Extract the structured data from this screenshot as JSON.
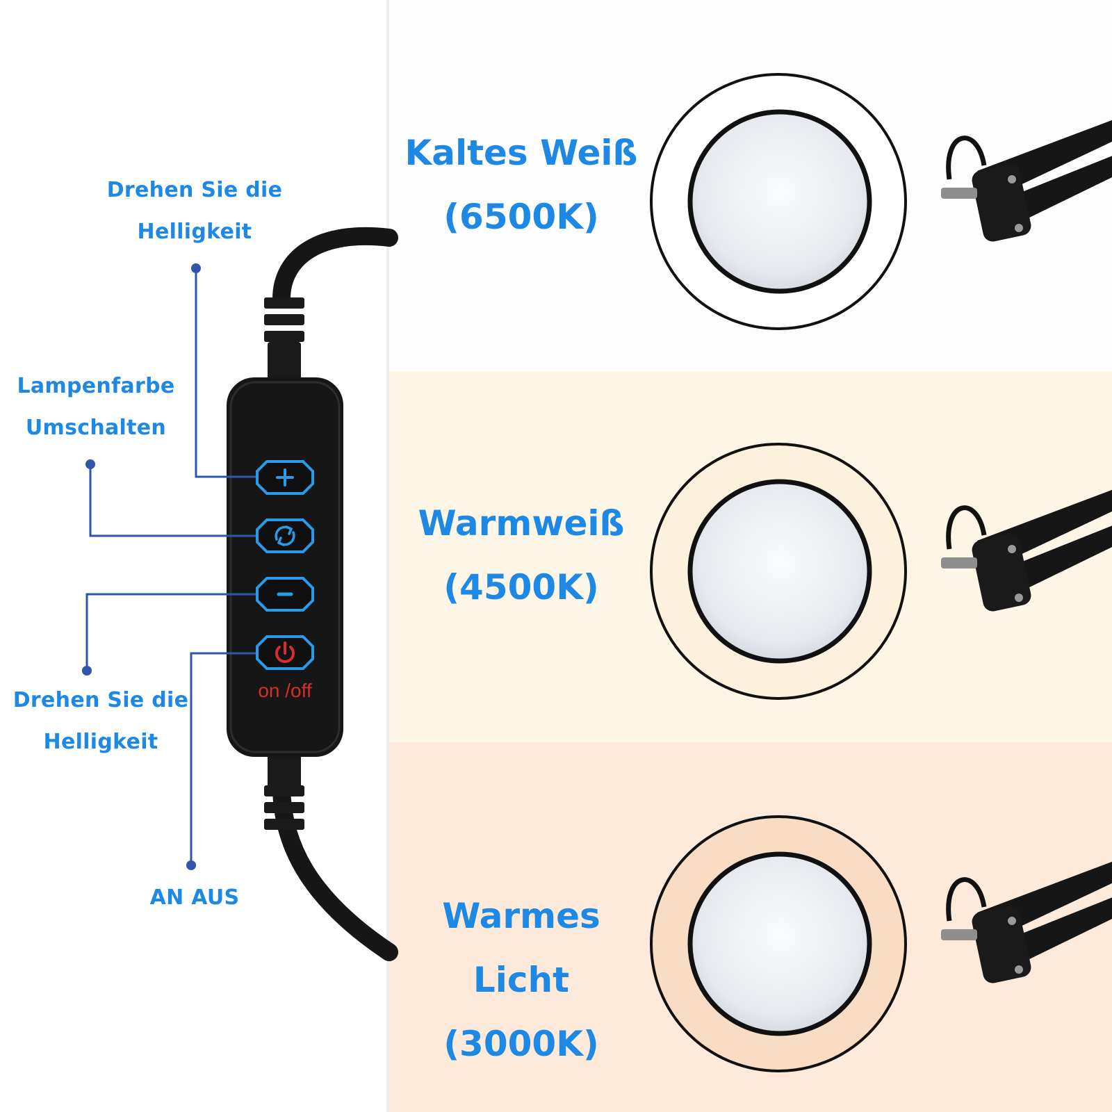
{
  "colors": {
    "label": "#1e88e5",
    "connector": "#2f56a8",
    "controller": "#161616",
    "button_outline": "#2a9be8",
    "power_red": "#d32f2f",
    "panel_cold": "#fdfdfd",
    "panel_warm": "#fdf6e6",
    "panel_warmest": "#fdeadb",
    "ring_cold": "#ffffff",
    "ring_warm": "#fcf1dd",
    "ring_warmest": "#f8dcc4"
  },
  "controls": {
    "plus_button": {
      "label": "Drehen Sie die Helligkeit",
      "lines": [
        "Drehen Sie die",
        "Helligkeit"
      ],
      "icon": "plus-icon"
    },
    "color_button": {
      "label": "Lampenfarbe Umschalten",
      "lines": [
        "Lampenfarbe",
        "Umschalten"
      ],
      "icon": "cycle-arrows-icon"
    },
    "minus_button": {
      "label": "Drehen Sie die Helligkeit",
      "lines": [
        "Drehen Sie die",
        "Helligkeit"
      ],
      "icon": "minus-icon"
    },
    "power_button": {
      "label": "AN AUS",
      "lines": [
        "AN AUS"
      ],
      "icon": "power-icon"
    },
    "power_caption": "on /off"
  },
  "modes": [
    {
      "name": "Kaltes Weiß",
      "kelvin": "(6500K)"
    },
    {
      "name": "Warmweiß",
      "kelvin": "(4500K)"
    },
    {
      "name": "Warmes Licht",
      "kelvin": "(3000K)"
    }
  ]
}
